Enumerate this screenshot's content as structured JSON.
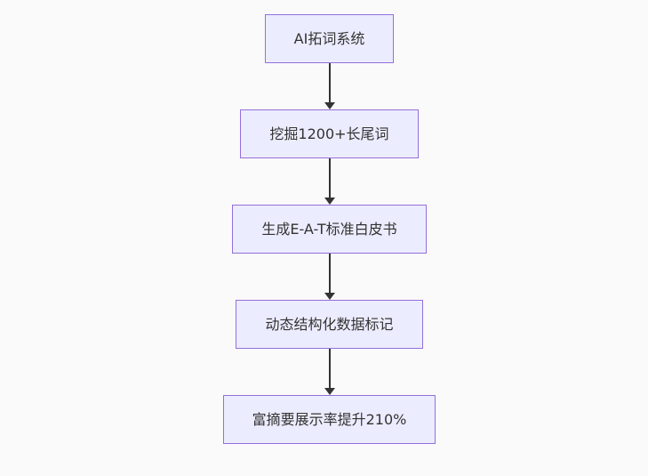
{
  "page": {
    "background_color": "#fafafa"
  },
  "diagram": {
    "type": "flowchart-top-down",
    "node_fill_color": "#ECECFF",
    "node_border_color": "#9370DB",
    "node_text_color": "#333333",
    "arrow_color": "#333333",
    "nodes": [
      {
        "id": "ai-keyword-system",
        "label": "AI拓词系统"
      },
      {
        "id": "mine-longtail-keywords",
        "label": "挖掘1200+长尾词"
      },
      {
        "id": "generate-eat-whitepaper",
        "label": "生成E-A-T标准白皮书"
      },
      {
        "id": "dynamic-structured-data-markup",
        "label": "动态结构化数据标记"
      },
      {
        "id": "rich-snippet-rate-increase",
        "label": "富摘要展示率提升210%"
      }
    ],
    "edges": [
      {
        "from": 0,
        "to": 1
      },
      {
        "from": 1,
        "to": 2
      },
      {
        "from": 2,
        "to": 3
      },
      {
        "from": 3,
        "to": 4
      }
    ]
  }
}
